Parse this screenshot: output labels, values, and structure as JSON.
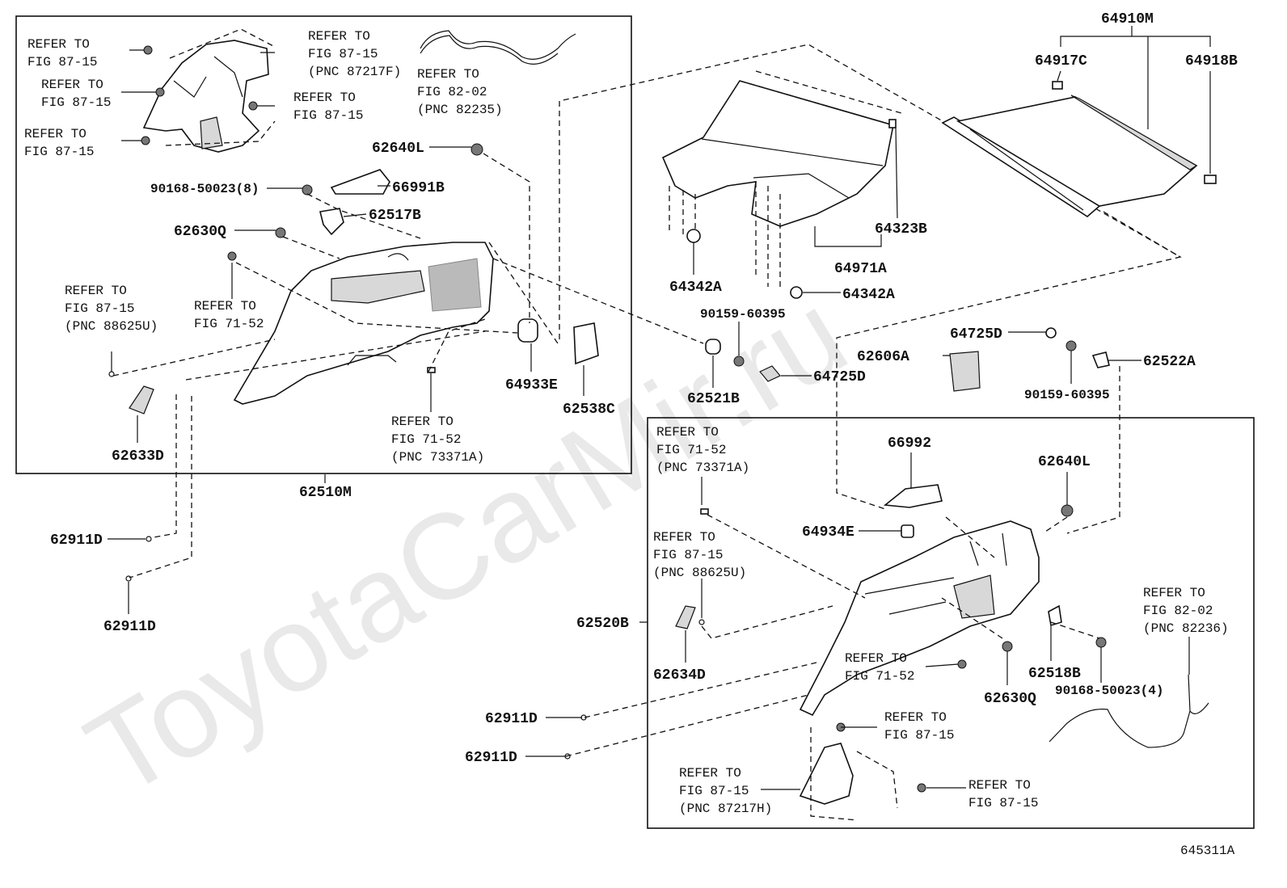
{
  "watermark": "ToyotaCarMir.ru",
  "figure_id": "645311A",
  "refer": {
    "r8715": [
      "REFER TO",
      "FIG 87-15"
    ],
    "r8715_87217F": [
      "REFER TO",
      "FIG 87-15",
      "(PNC 87217F)"
    ],
    "r8202_82235": [
      "REFER TO",
      "FIG 82-02",
      "(PNC 82235)"
    ],
    "r8715_88625U": [
      "REFER TO",
      "FIG 87-15",
      "(PNC 88625U)"
    ],
    "r7152": [
      "REFER TO",
      "FIG 71-52"
    ],
    "r7152_73371A": [
      "REFER TO",
      "FIG 71-52",
      "(PNC 73371A)"
    ],
    "r8202_82236": [
      "REFER TO",
      "FIG 82-02",
      "(PNC 82236)"
    ],
    "r8715_87217H": [
      "REFER TO",
      "FIG 87-15",
      "(PNC 87217H)"
    ]
  },
  "parts": {
    "p62640L": "62640L",
    "p90168_8": "90168-50023(8)",
    "p66991B": "66991B",
    "p62517B": "62517B",
    "p62630Q": "62630Q",
    "p64933E": "64933E",
    "p62538C": "62538C",
    "p62633D": "62633D",
    "p62510M": "62510M",
    "p62911D": "62911D",
    "p64342A": "64342A",
    "p90159": "90159-60395",
    "p62521B": "62521B",
    "p64725D": "64725D",
    "p64971A": "64971A",
    "p64323B": "64323B",
    "p64910M": "64910M",
    "p64917C": "64917C",
    "p64918B": "64918B",
    "p62606A": "62606A",
    "p62522A": "62522A",
    "p66992": "66992",
    "p64934E": "64934E",
    "p62520B": "62520B",
    "p62634D": "62634D",
    "p62518B": "62518B",
    "p90168_4": "90168-50023(4)"
  }
}
